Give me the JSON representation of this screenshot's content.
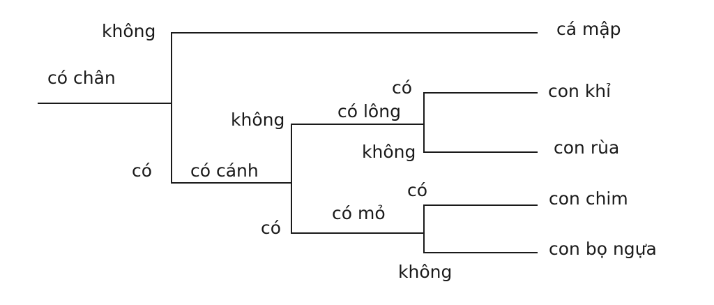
{
  "tree": {
    "root": {
      "question": "có chân",
      "branch_no": "không",
      "branch_yes": "có"
    },
    "wings": {
      "question": "có cánh",
      "branch_no": "không",
      "branch_yes": "có"
    },
    "feathers": {
      "question": "có lông",
      "branch_yes": "có",
      "branch_no": "không"
    },
    "beak": {
      "question": "có mỏ",
      "branch_yes": "có",
      "branch_no": "không"
    },
    "leaves": {
      "shark": "cá mập",
      "monkey": "con khỉ",
      "turtle": "con rùa",
      "bird": "con chim",
      "mantis": "con bọ ngựa"
    }
  },
  "colors": {
    "line": "#1a1a1a",
    "text": "#1a1a1a",
    "background": "#ffffff"
  }
}
